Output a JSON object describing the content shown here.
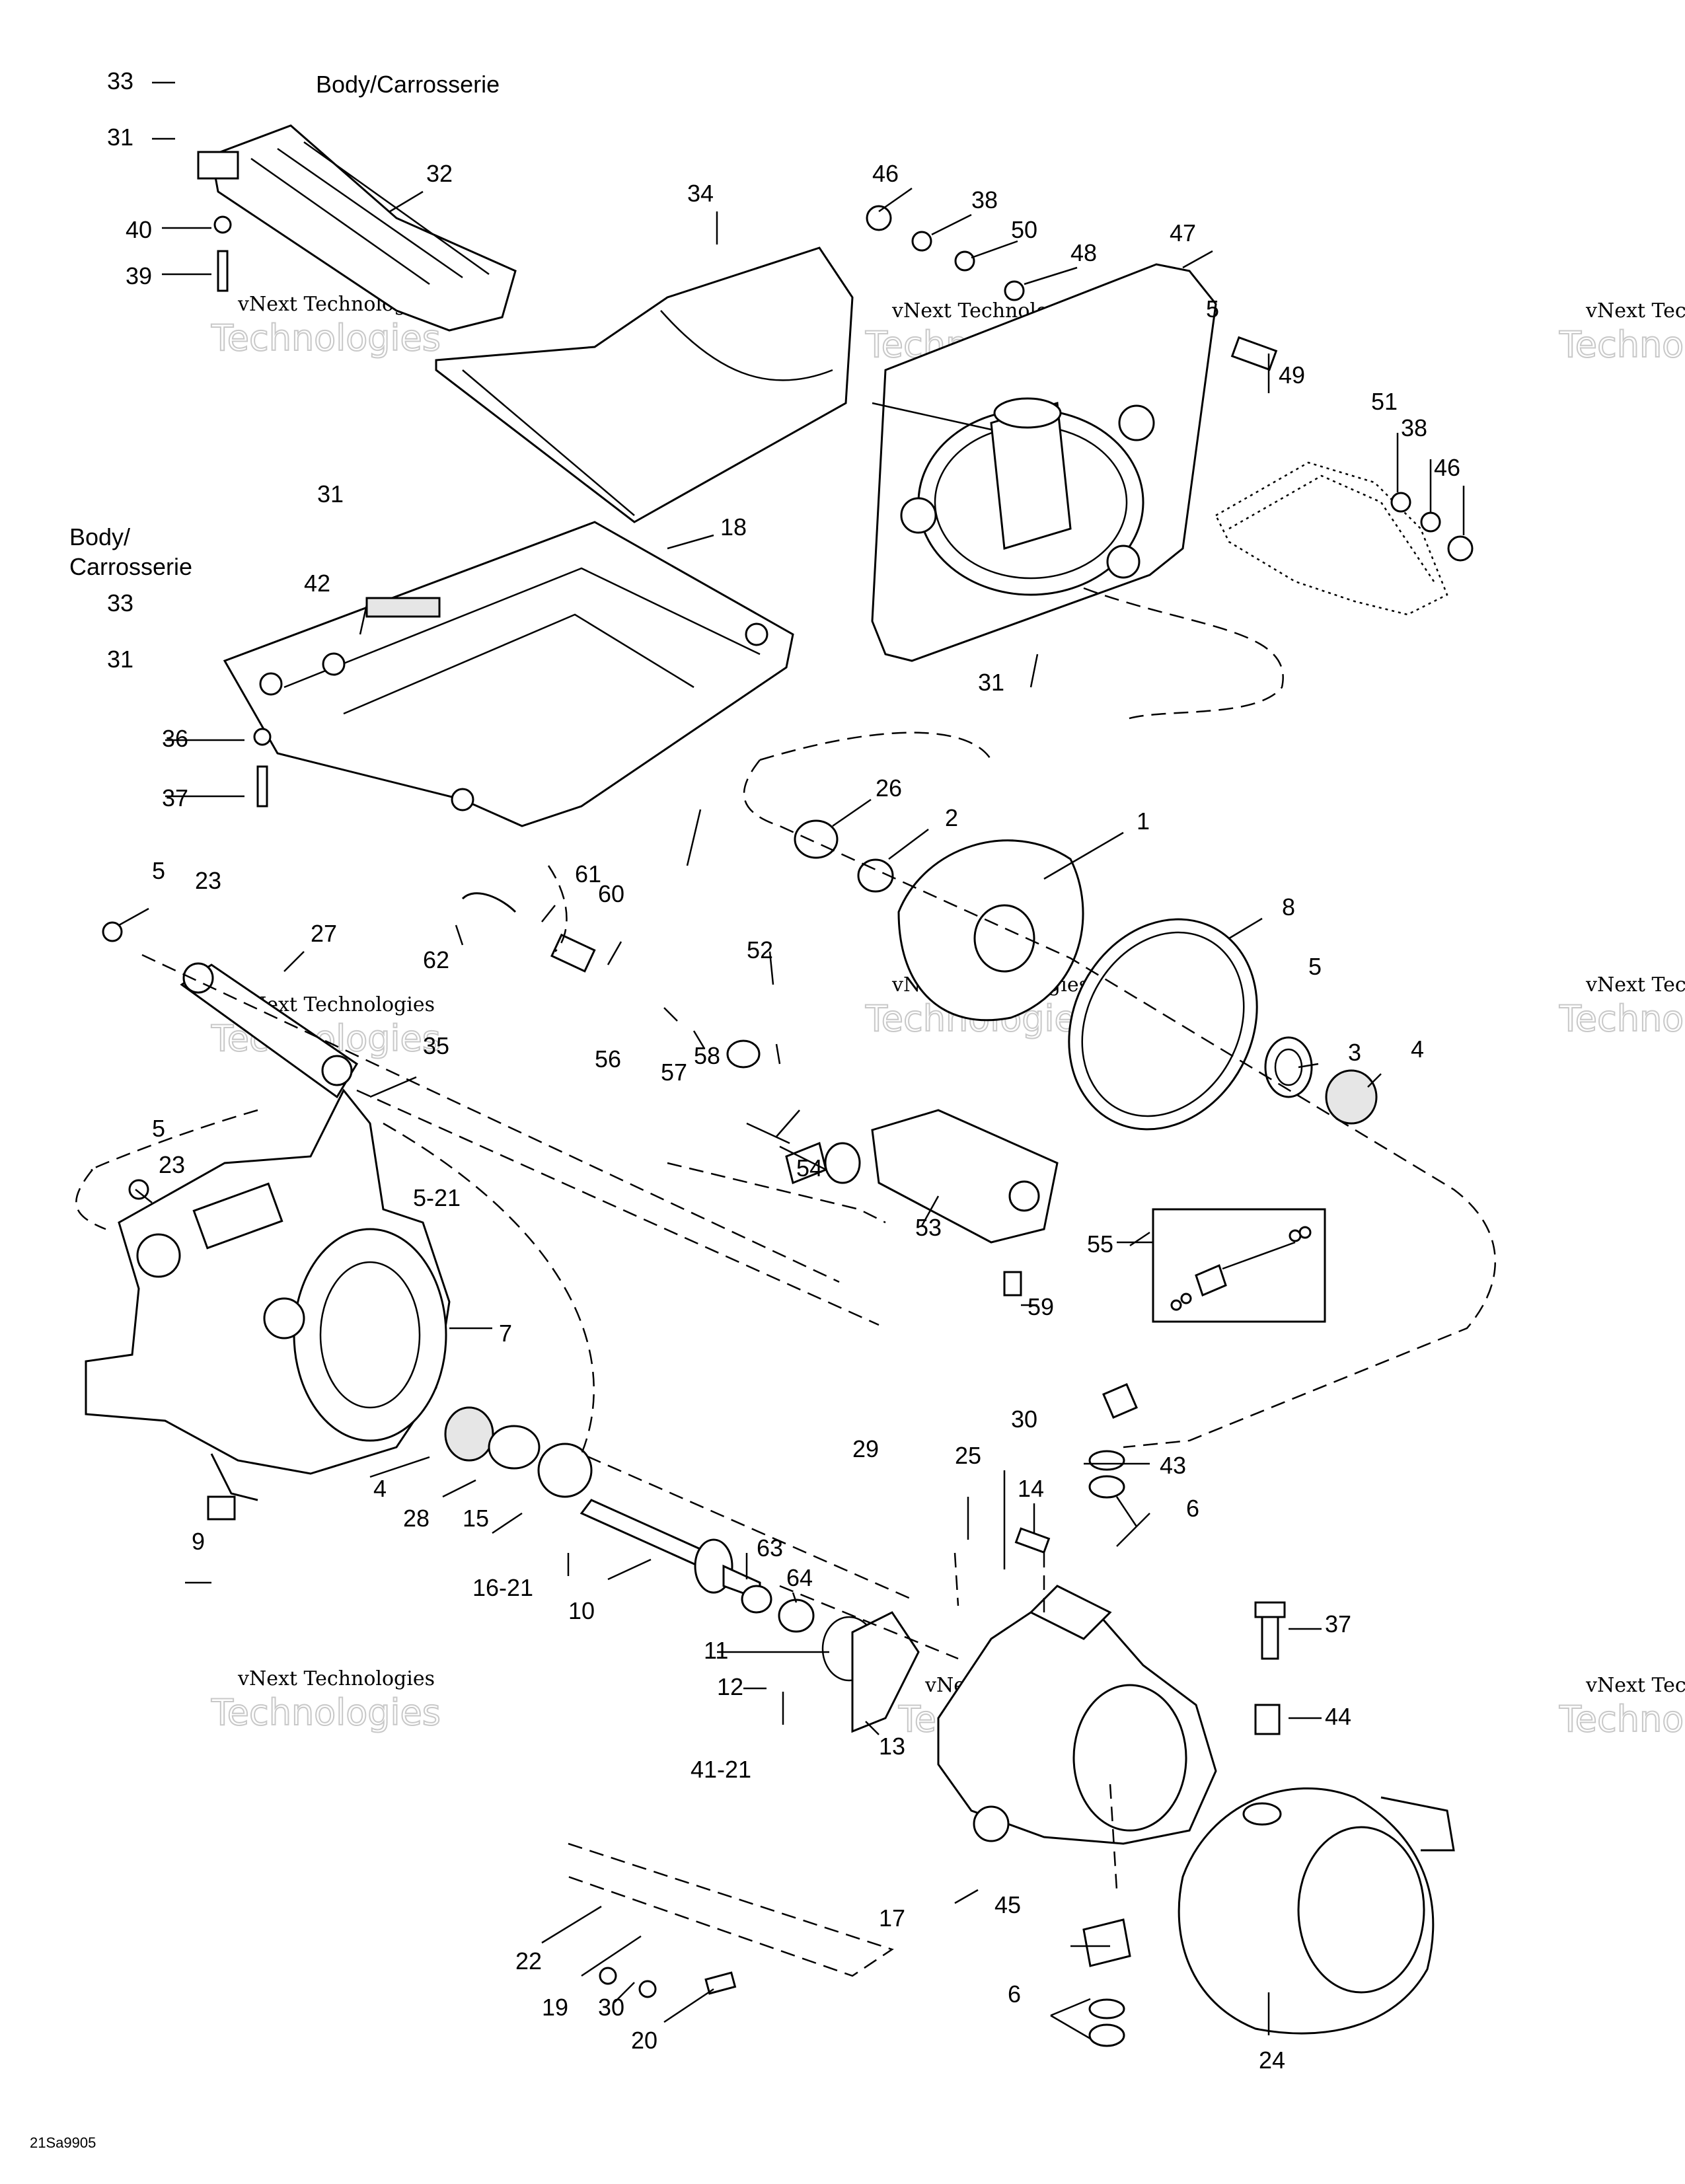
{
  "diagram": {
    "body_label_top": "Body/Carrosserie",
    "body_label_mid": [
      "Body/",
      "Carrosserie"
    ],
    "drawing_code": "21Sa9905",
    "watermark": [
      "vNext Technologies",
      "Technologies"
    ],
    "labels": [
      "1",
      "2",
      "3",
      "4",
      "4",
      "5",
      "5",
      "5",
      "5",
      "5-21",
      "6",
      "6",
      "7",
      "8",
      "9",
      "10",
      "11",
      "12",
      "13",
      "14",
      "15",
      "16-21",
      "17",
      "18",
      "19",
      "20",
      "22",
      "23",
      "23",
      "24",
      "25",
      "26",
      "27",
      "28",
      "29",
      "30",
      "30",
      "31",
      "31",
      "31",
      "31",
      "32",
      "33",
      "33",
      "34",
      "35",
      "36",
      "37",
      "37",
      "38",
      "38",
      "39",
      "40",
      "41-21",
      "42",
      "43",
      "44",
      "45",
      "46",
      "46",
      "47",
      "48",
      "49",
      "50",
      "51",
      "52",
      "53",
      "54",
      "55",
      "56",
      "57",
      "58",
      "59",
      "60",
      "61",
      "62",
      "63",
      "64"
    ]
  }
}
